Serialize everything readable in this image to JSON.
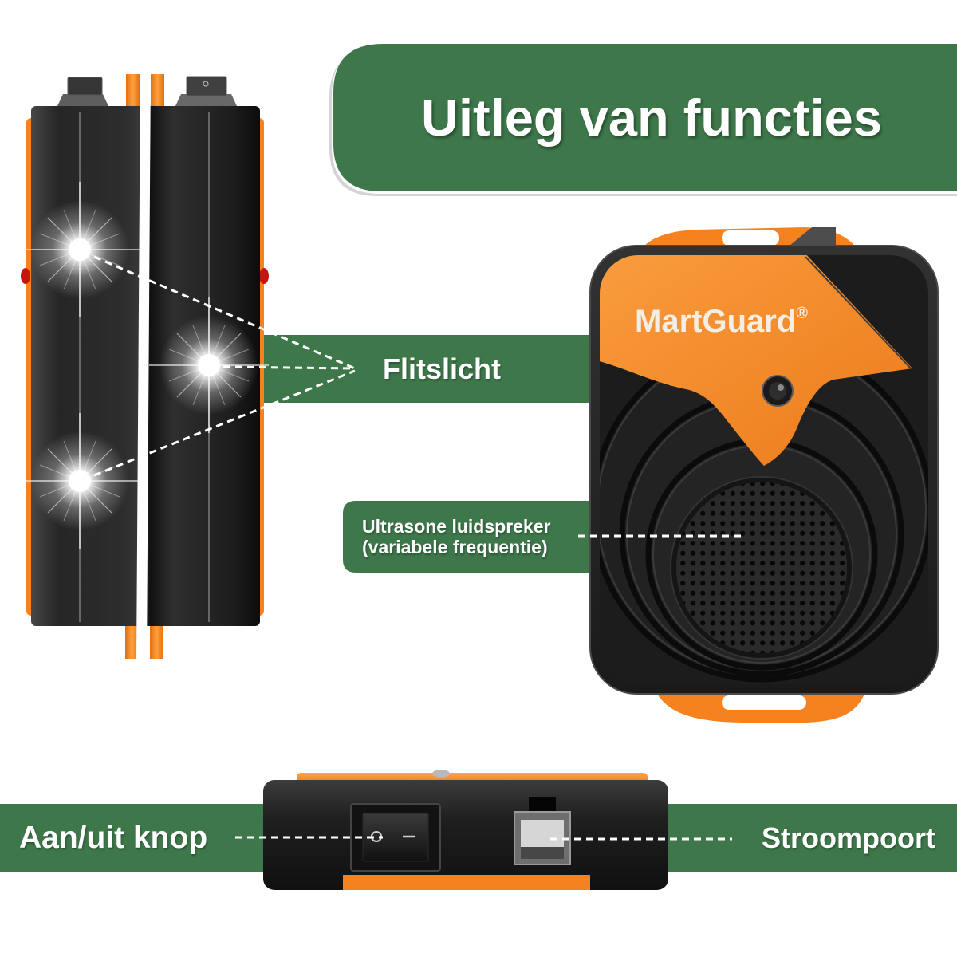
{
  "title": "Uitleg van functies",
  "brand": {
    "name": "MartGuard",
    "mark": "®"
  },
  "callouts": {
    "flash_light": "Flitslicht",
    "speaker": {
      "line1": "Ultrasone luidspreker",
      "line2": "(variabele frequentie)"
    },
    "power_switch": "Aan/uit knop",
    "power_port": "Stroompoort"
  },
  "colors": {
    "banner_green": "#3d774a",
    "device_orange": "#f5821f",
    "device_black": "#1e1e1e",
    "label_text": "#ffffff"
  },
  "icons": {
    "flash_lights": "flash-light-icon",
    "speaker": "speaker-grille-icon",
    "sensor": "light-sensor-icon",
    "switch": "power-switch-icon",
    "port": "power-port-icon"
  }
}
